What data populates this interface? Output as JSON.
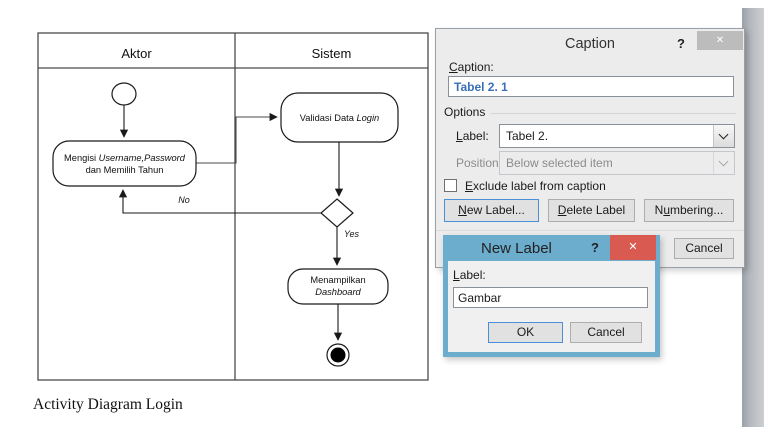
{
  "diagram": {
    "header": {
      "left_lane": "Aktor",
      "right_lane": "Sistem"
    },
    "nodes": {
      "fill_form_line1_normal": "Mengisi ",
      "fill_form_line1_italic": "Username,Password",
      "fill_form_line2": "dan Memilih Tahun",
      "validate_normal": "Validasi Data ",
      "validate_italic": "Login",
      "show_line1": "Menampilkan",
      "show_line2_italic": "Dashboard"
    },
    "edge_labels": {
      "no": "No",
      "yes": "Yes"
    },
    "figure_caption": "Activity Diagram Login"
  },
  "caption_dialog": {
    "title": "Caption",
    "help_icon": "?",
    "close_icon": "✕",
    "caption_label": {
      "u": "C",
      "rest": "aption:"
    },
    "caption_value": "Tabel 2. 1",
    "caption_value_color": "#3a6fb8",
    "options_group": "Options",
    "label_label": {
      "u": "L",
      "rest": "abel:"
    },
    "label_value": "Tabel 2.",
    "position_label": "Position:",
    "position_value": "Below selected item",
    "exclude_checkbox_label": {
      "u": "E",
      "rest": "xclude label from caption"
    },
    "buttons": {
      "new_label": {
        "u": "N",
        "rest": "ew Label..."
      },
      "delete_label": {
        "u": "D",
        "rest": "elete Label"
      },
      "numbering": {
        "pre": "N",
        "u": "u",
        "rest": "mbering..."
      },
      "cancel": "Cancel"
    }
  },
  "new_label_dialog": {
    "title": "New Label",
    "help_icon": "?",
    "close_icon": "✕",
    "frame_color": "#6caccd",
    "close_color": "#d95a50",
    "label_label": {
      "u": "L",
      "rest": "abel:"
    },
    "label_value": "Gambar",
    "ok_button": "OK",
    "cancel_button": "Cancel"
  }
}
